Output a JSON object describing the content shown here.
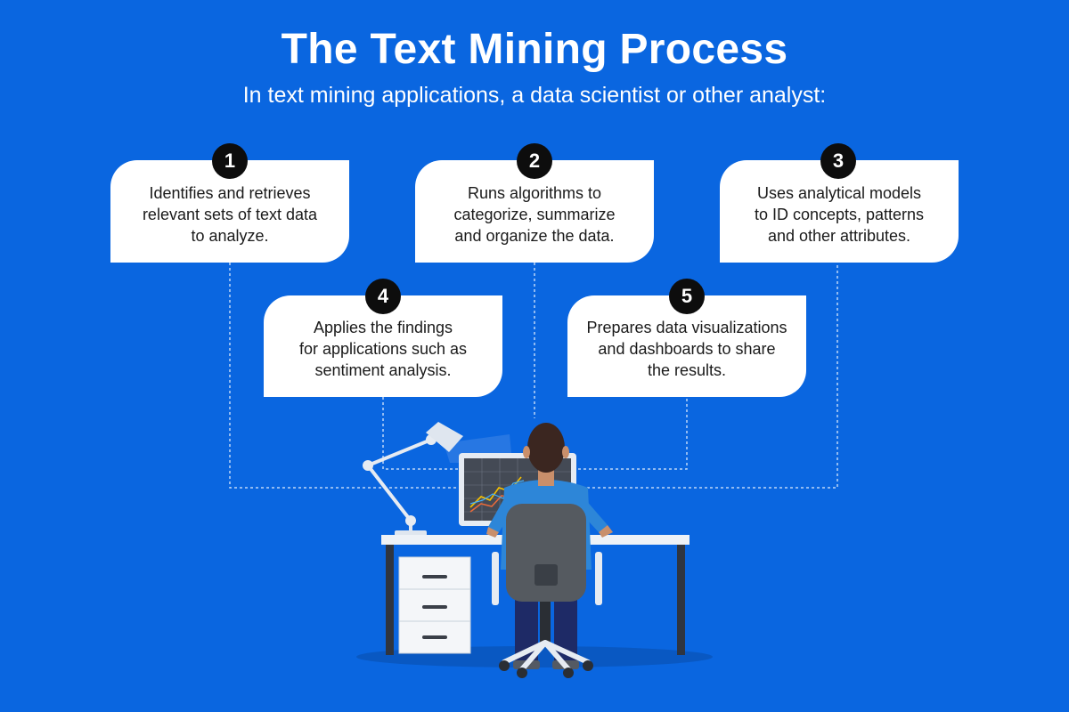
{
  "header": {
    "title": "The Text Mining Process",
    "subtitle": "In text mining applications, a data scientist or other analyst:"
  },
  "steps": [
    {
      "number": "1",
      "text": "Identifies and retrieves\nrelevant sets of text data\nto analyze."
    },
    {
      "number": "2",
      "text": "Runs algorithms to\ncategorize, summarize\nand organize the data."
    },
    {
      "number": "3",
      "text": "Uses analytical models\nto ID concepts, patterns\nand other attributes."
    },
    {
      "number": "4",
      "text": "Applies the findings\nfor applications such as\nsentiment analysis."
    },
    {
      "number": "5",
      "text": "Prepares data visualizations\nand dashboards to share\nthe results."
    }
  ],
  "colors": {
    "background": "#0a66e0",
    "card": "#ffffff",
    "badge": "#0d0d0d",
    "shirt": "#2d86d8",
    "hair": "#3b2620",
    "chair": "#555a60"
  }
}
